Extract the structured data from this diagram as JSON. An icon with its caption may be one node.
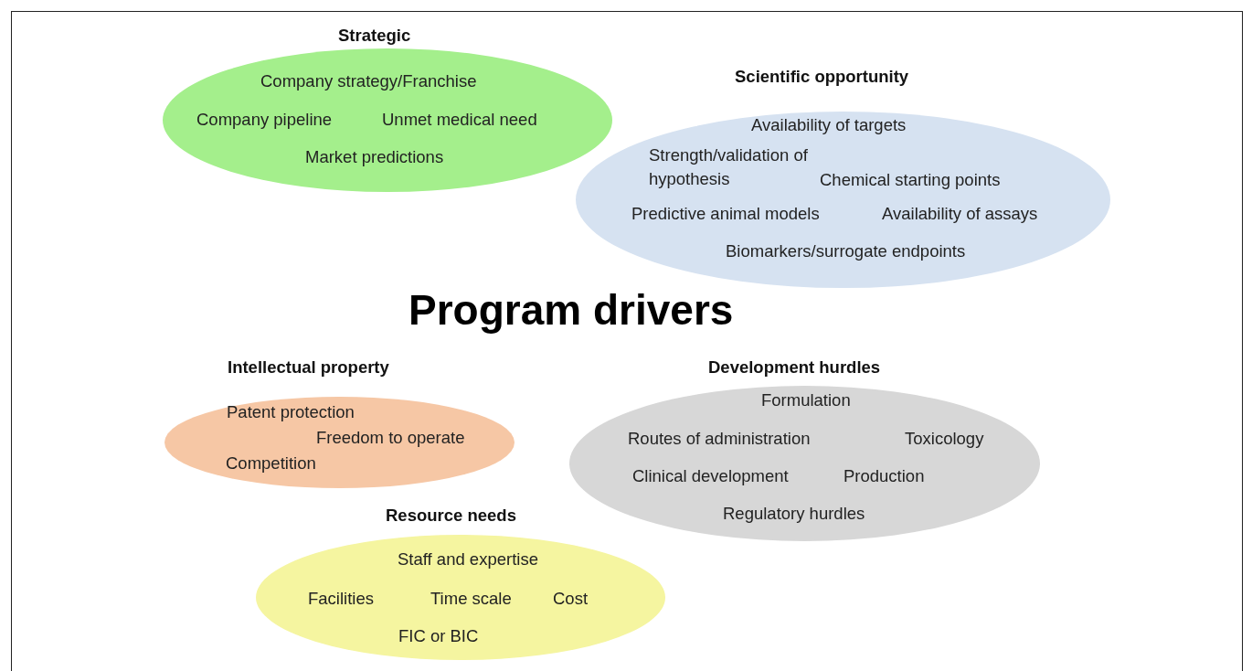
{
  "diagram": {
    "title": "Program drivers",
    "nodes": [
      {
        "text": [
          "Strategic",
          "Company strategy/Franchise",
          "Company pipeline",
          "Unmet medical need",
          "Market predictions"
        ]
      },
      {
        "text": [
          "Scientific opportunity",
          "Availability of targets",
          "Strength/validation of hypothesis",
          "Chemical starting points",
          "Predictive animal models",
          "Availability of assays",
          "Biomarkers/surrogate endpoints"
        ]
      },
      {
        "text": [
          "Intellectual property",
          "Patent protection",
          "Freedom to operate",
          "Competition"
        ]
      },
      {
        "text": [
          "Development hurdles",
          "Formulation",
          "Routes of administration",
          "Toxicology",
          "Clinical development",
          "Production",
          "Regulatory hurdles"
        ]
      },
      {
        "text": [
          "Resource needs",
          "Staff and expertise",
          "Facilities",
          "Time scale",
          "Cost",
          "FIC or BIC"
        ]
      }
    ]
  }
}
